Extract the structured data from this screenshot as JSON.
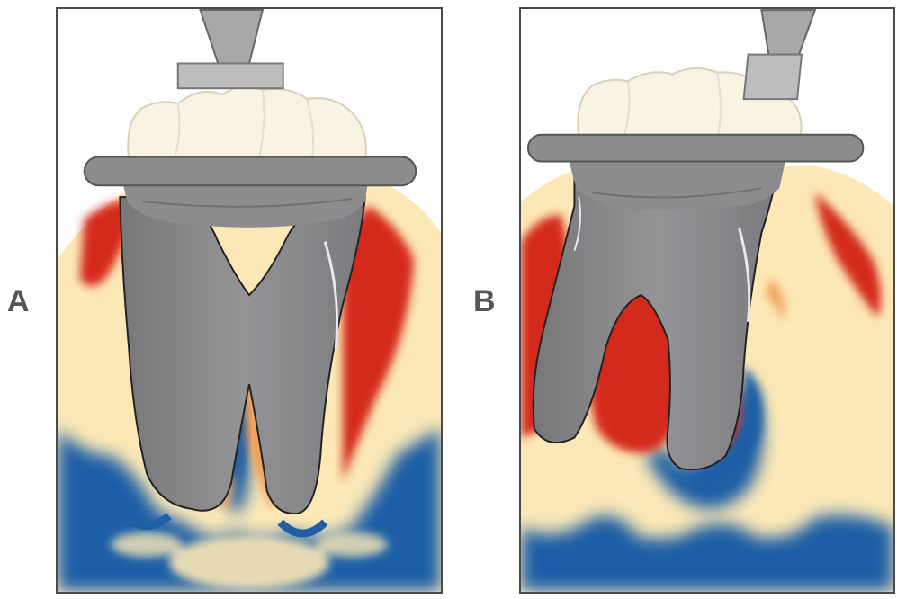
{
  "panels": [
    {
      "id": "A",
      "label": "A"
    },
    {
      "id": "B",
      "label": "B"
    }
  ],
  "colors": {
    "crown": "#f8f3e2",
    "tooth": "#8c8c8e",
    "tooth_dark": "#6f6f72",
    "bone": "#fce8b6",
    "stress_high": "#d42a1e",
    "stress_pink": "#e8457a",
    "stress_orange": "#f1a35c",
    "stress_low": "#1f5fa6",
    "post": "#a8a8aa",
    "border": "#4a4a4a"
  },
  "icons": [
    "implant-post-icon"
  ]
}
